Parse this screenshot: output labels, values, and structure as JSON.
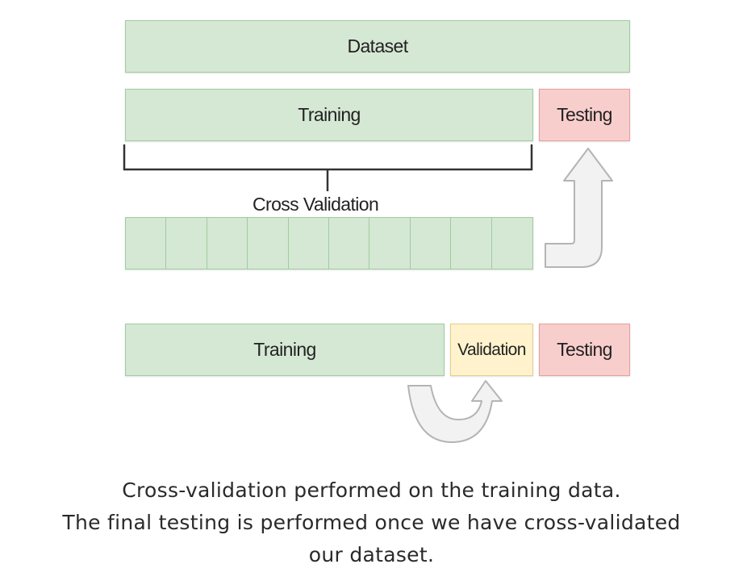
{
  "diagram": {
    "dataset_label": "Dataset",
    "top_split": {
      "training_label": "Training",
      "testing_label": "Testing"
    },
    "cross_validation_label": "Cross Validation",
    "fold_count": 10,
    "bottom_split": {
      "training_label": "Training",
      "validation_label": "Validation",
      "testing_label": "Testing"
    }
  },
  "caption": {
    "line1": "Cross-validation performed on the training data.",
    "line2": "The final testing is performed once we have cross-validated",
    "line3": "our dataset."
  },
  "colors": {
    "training": "#d5e8d4",
    "testing": "#f8cecc",
    "validation": "#fff2cc",
    "arrow": "#f2f2f2"
  }
}
